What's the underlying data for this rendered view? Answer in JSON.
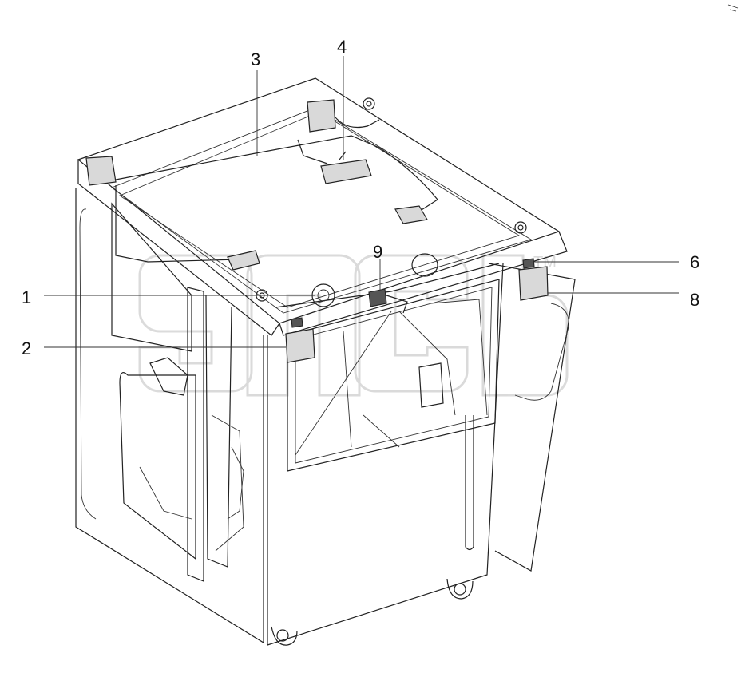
{
  "diagram": {
    "callouts": [
      {
        "id": "c1",
        "label": "1"
      },
      {
        "id": "c2",
        "label": "2"
      },
      {
        "id": "c3",
        "label": "3"
      },
      {
        "id": "c4",
        "label": "4"
      },
      {
        "id": "c6",
        "label": "6"
      },
      {
        "id": "c8",
        "label": "8"
      },
      {
        "id": "c9",
        "label": "9"
      }
    ],
    "watermark": {
      "text": "TM"
    }
  },
  "colors": {
    "line": "#222222",
    "part_fill": "#d9d9d9",
    "dark_part": "#555555",
    "watermark": "#bdbdbd",
    "background": "#ffffff"
  }
}
